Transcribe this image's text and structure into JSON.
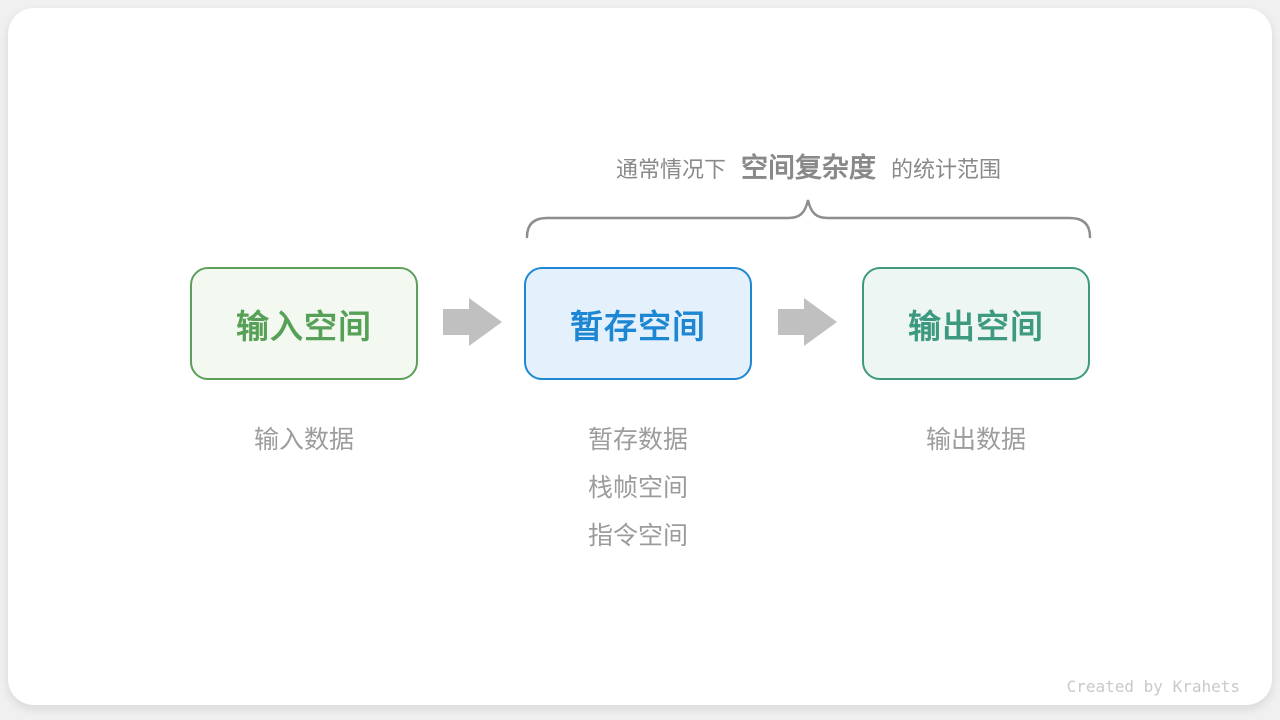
{
  "header": {
    "prefix": "通常情况下",
    "highlight": "空间复杂度",
    "suffix": "的统计范围",
    "text_color": "#898989"
  },
  "brace": {
    "color": "#8e8e8e",
    "spans_boxes": [
      "暂存空间",
      "输出空间"
    ]
  },
  "boxes": [
    {
      "label": "输入空间",
      "text_color": "#57a057",
      "border_color": "#5a9f5a",
      "background": "#f3f9f0"
    },
    {
      "label": "暂存空间",
      "text_color": "#1e87d3",
      "border_color": "#1e87d3",
      "background": "#e4f1fc"
    },
    {
      "label": "输出空间",
      "text_color": "#3d997f",
      "border_color": "#40997f",
      "background": "#edf6f2"
    }
  ],
  "arrows": {
    "color": "#c0c0c0",
    "direction": "right",
    "count": 2
  },
  "notes": [
    {
      "lines": [
        "输入数据"
      ]
    },
    {
      "lines": [
        "暂存数据",
        "栈帧空间",
        "指令空间"
      ]
    },
    {
      "lines": [
        "输出数据"
      ]
    }
  ],
  "notes_color": "#9c9c9c",
  "credit": "Created by Krahets"
}
